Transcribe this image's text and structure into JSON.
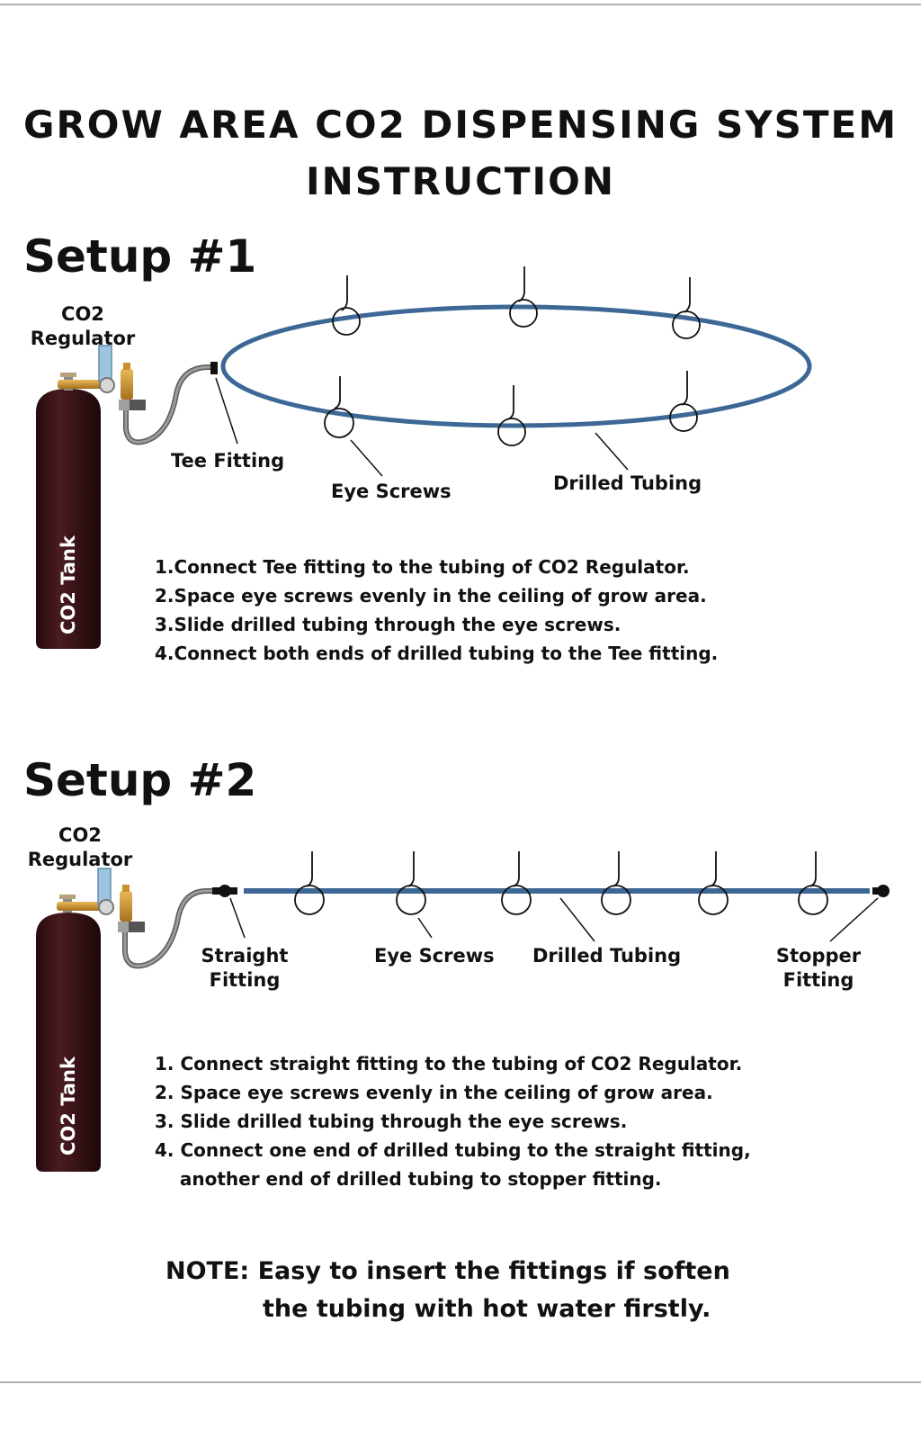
{
  "title": {
    "line1": "GROW AREA CO2 DISPENSING SYSTEM",
    "line2": "INSTRUCTION"
  },
  "setup1": {
    "heading": "Setup #1",
    "tank_label": "CO2 Tank",
    "regulator_label": [
      "CO2",
      "Regulator"
    ],
    "tee_label": "Tee Fitting",
    "eye_label": "Eye Screws",
    "tubing_label": "Drilled Tubing",
    "steps": [
      "1.Connect Tee fitting to the tubing of CO2 Regulator.",
      "2.Space eye screws evenly in the ceiling of grow area.",
      "3.Slide drilled tubing through the eye screws.",
      "4.Connect both ends of drilled tubing to the Tee fitting."
    ]
  },
  "setup2": {
    "heading": "Setup #2",
    "tank_label": "CO2 Tank",
    "regulator_label": [
      "CO2",
      "Regulator"
    ],
    "straight_label": [
      "Straight",
      "Fitting"
    ],
    "eye_label": "Eye Screws",
    "tubing_label": "Drilled Tubing",
    "stopper_label": [
      "Stopper",
      "Fitting"
    ],
    "steps": [
      "1. Connect straight fitting to the tubing of CO2 Regulator.",
      "2. Space eye screws evenly in the ceiling of grow area.",
      "3. Slide drilled tubing through the eye screws.",
      "4. Connect one end of drilled tubing to the straight fitting,",
      "    another end of drilled tubing to stopper fitting."
    ]
  },
  "note": {
    "line1": "NOTE: Easy to insert the fittings if soften",
    "line2": "the tubing with hot water firstly."
  },
  "colors": {
    "tank": "#3a1418",
    "tubing": "#3d6896",
    "regulator_brass": "#c8902a",
    "hose": "#808080"
  }
}
